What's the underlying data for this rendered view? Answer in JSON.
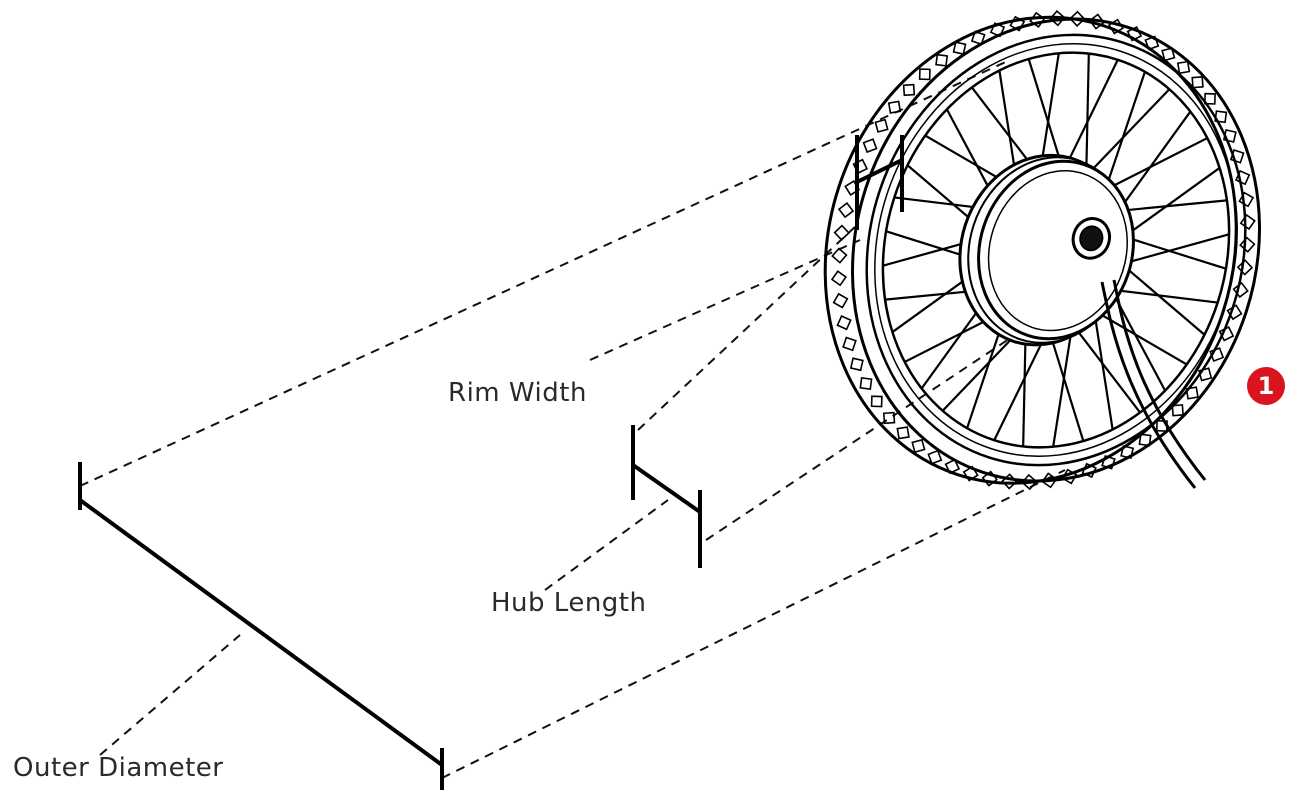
{
  "labels": {
    "rim_width": "Rim Width",
    "hub_length": "Hub Length",
    "outer_diameter": "Outer Diameter"
  },
  "step_badge": {
    "number": "1",
    "color": "#d9141e"
  },
  "illustration": {
    "subject": "hub motor wheel with spokes, tire and motor cable",
    "line_color": "#000000",
    "spoke_count": 36
  }
}
